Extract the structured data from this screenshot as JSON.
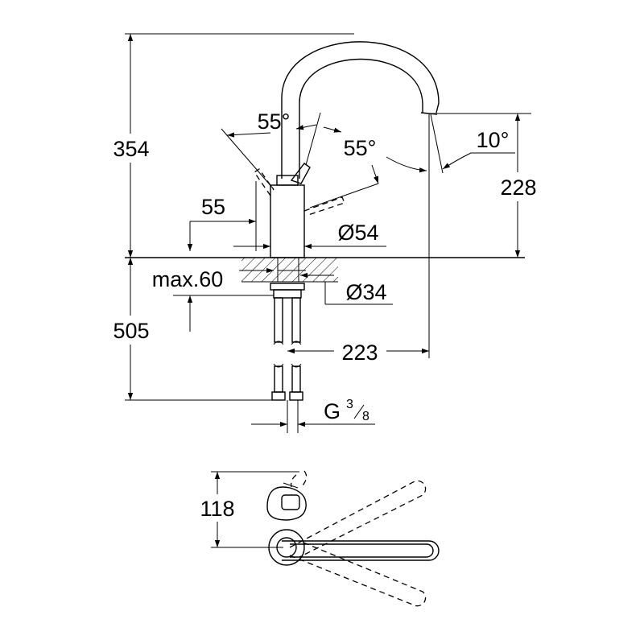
{
  "dimensions": {
    "total_height": "354",
    "spout_height": "228",
    "angle_left": "55°",
    "angle_right": "55°",
    "spout_angle": "10°",
    "lever_offset": "55",
    "body_diameter": "Ø54",
    "max_thickness": "max.60",
    "hole_diameter": "Ø34",
    "hose_length": "505",
    "spout_reach": "223",
    "thread_prefix": "G",
    "thread_num": "3",
    "thread_den": "8",
    "top_depth": "118"
  },
  "colors": {
    "line": "#000000",
    "background": "#ffffff"
  }
}
